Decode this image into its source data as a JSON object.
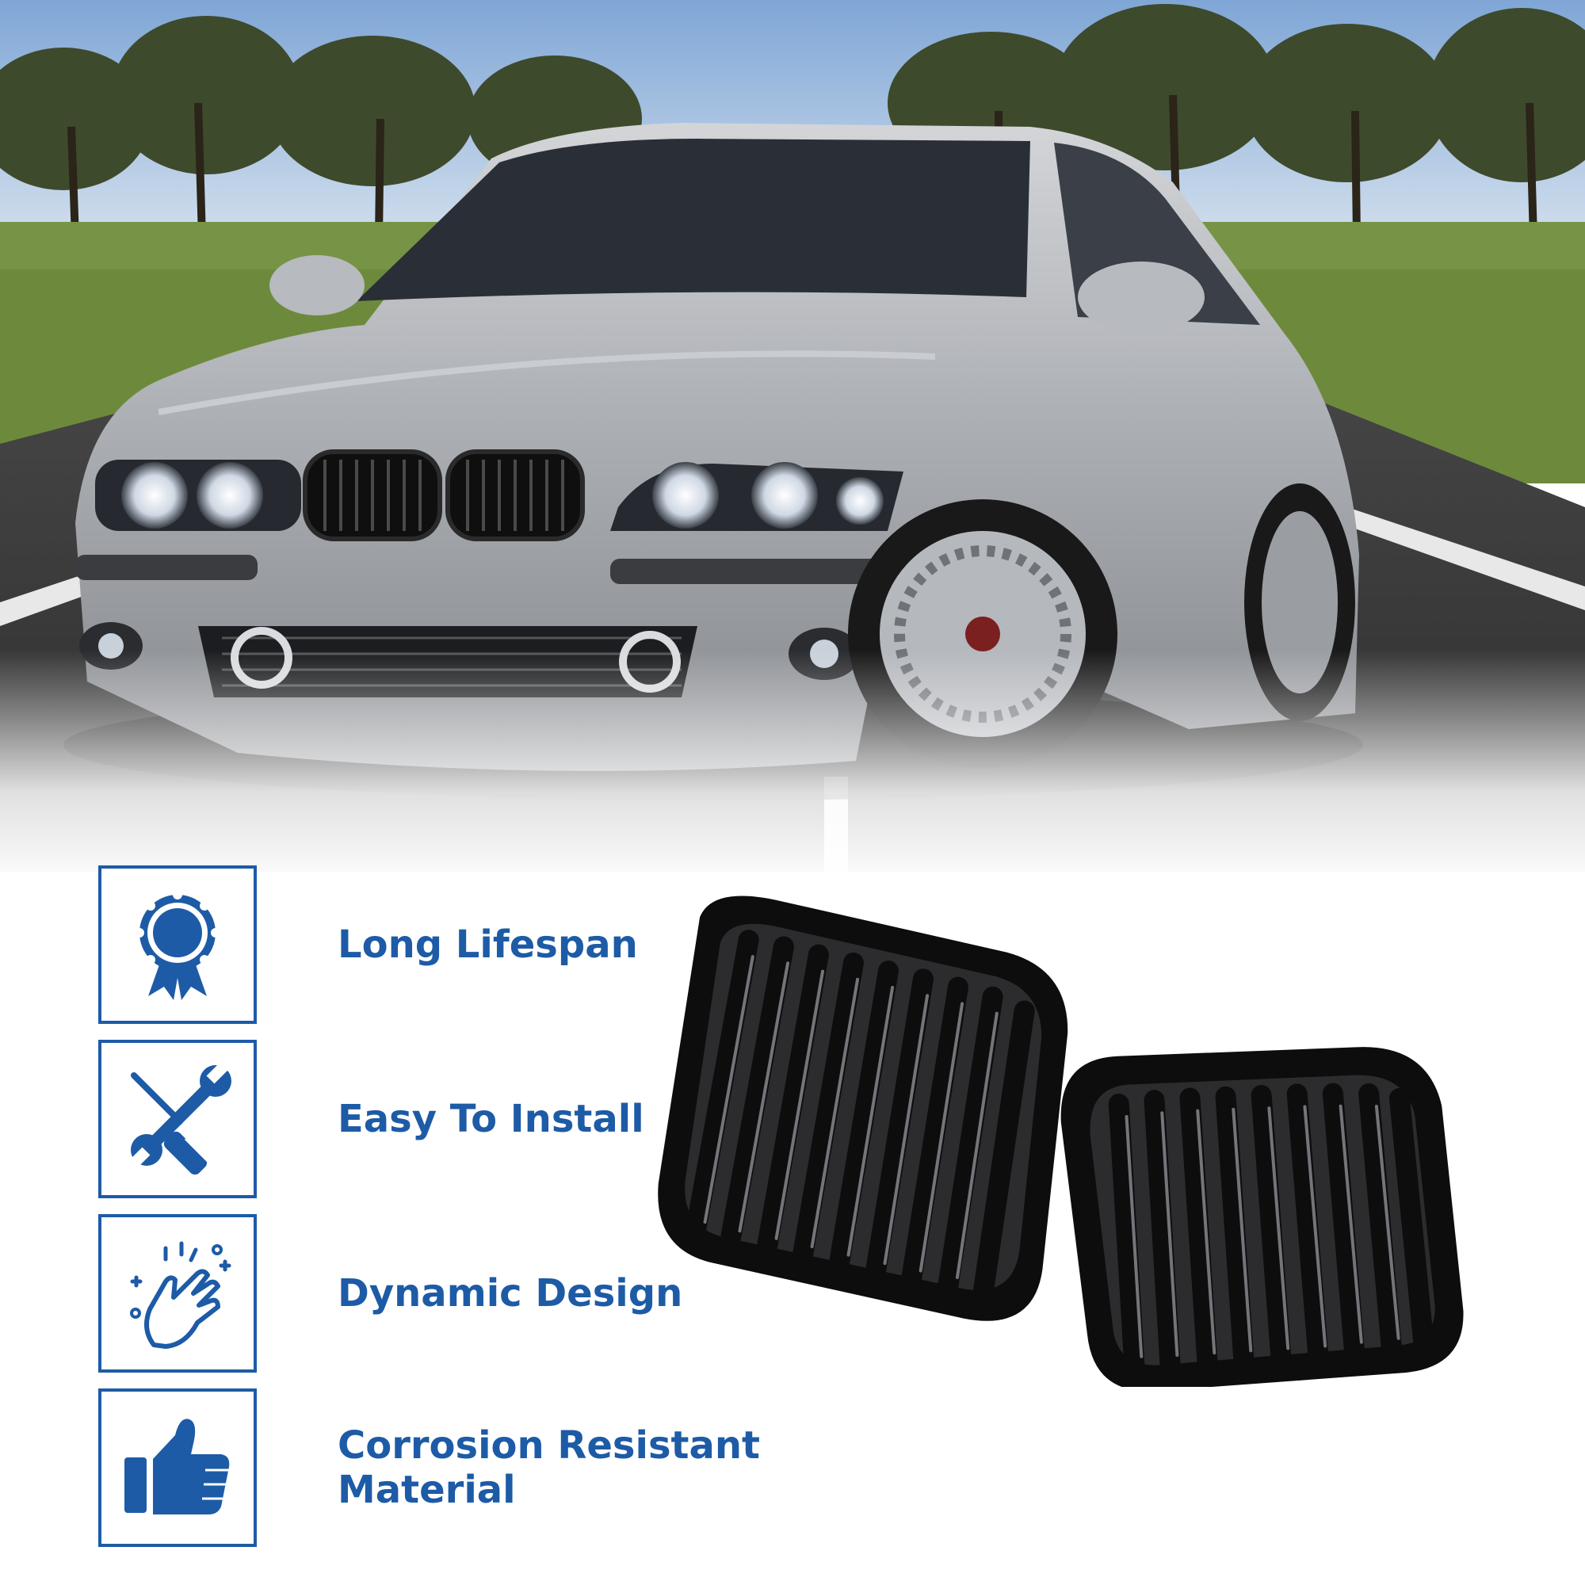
{
  "colors": {
    "accent": "#1d5ba6",
    "background": "#ffffff",
    "car_body": "#a9acb1",
    "grille": "#111111"
  },
  "hero": {
    "description_icon": "car-photo"
  },
  "features": [
    {
      "label": "Long Lifespan",
      "icon": "ribbon-award-icon"
    },
    {
      "label": "Easy To Install",
      "icon": "wrench-screwdriver-icon"
    },
    {
      "label": "Dynamic Design",
      "icon": "hand-snap-icon"
    },
    {
      "label": "Corrosion Resistant\nMaterial",
      "icon": "thumbs-up-icon"
    }
  ],
  "product": {
    "icon": "kidney-grille-pair"
  }
}
